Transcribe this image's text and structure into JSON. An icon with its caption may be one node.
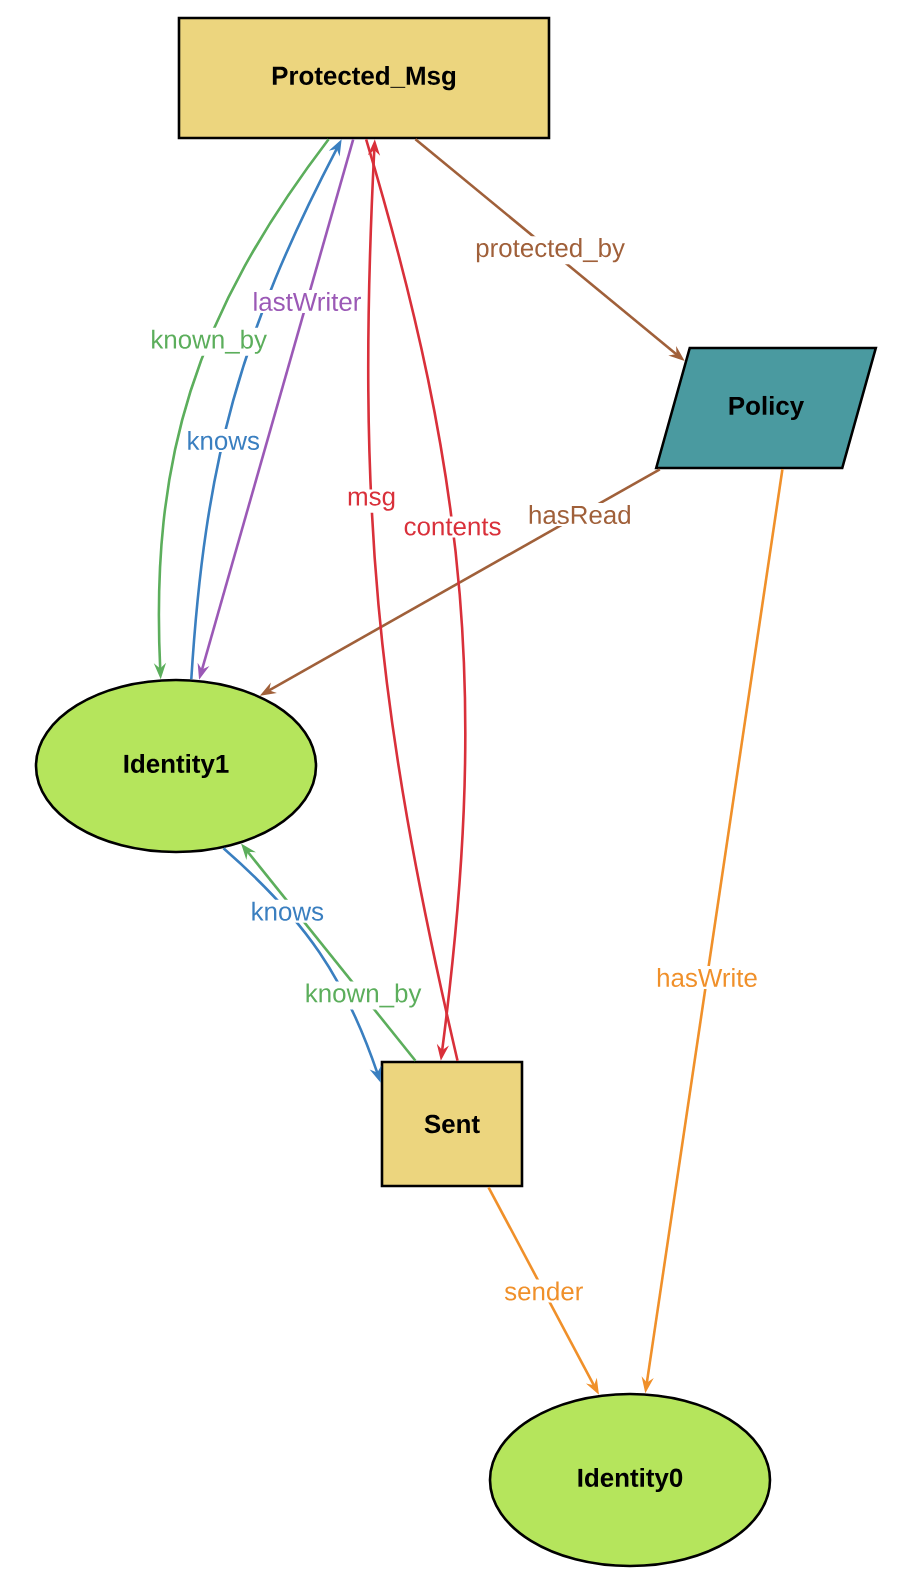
{
  "diagram": {
    "nodes": [
      {
        "text": [
          "Protected_Msg"
        ]
      },
      {
        "text": [
          "Policy"
        ]
      },
      {
        "text": [
          "Identity1"
        ]
      },
      {
        "text": [
          "Sent"
        ]
      },
      {
        "text": [
          "Identity0"
        ]
      }
    ],
    "edges": [
      {
        "from": 0,
        "to": 1,
        "arrow": "to",
        "label": "protected_by",
        "color": "#a0603a"
      },
      {
        "from": 0,
        "to": 2,
        "arrow": "to",
        "label": "known_by",
        "color": "#5cae5c"
      },
      {
        "from": 2,
        "to": 0,
        "arrow": "to",
        "label": "knows",
        "color": "#3a7fc0"
      },
      {
        "from": 0,
        "to": 2,
        "arrow": "to",
        "label": "lastWriter",
        "color": "#9b59b6"
      },
      {
        "from": 1,
        "to": 2,
        "arrow": "to",
        "label": "hasRead",
        "color": "#a0603a"
      },
      {
        "from": 0,
        "to": 3,
        "arrow": "to",
        "label": "contents",
        "color": "#d9303a"
      },
      {
        "from": 3,
        "to": 0,
        "arrow": "to",
        "label": "msg",
        "color": "#d9303a"
      },
      {
        "from": 2,
        "to": 3,
        "arrow": "to",
        "label": "knows",
        "color": "#3a7fc0"
      },
      {
        "from": 3,
        "to": 2,
        "arrow": "to",
        "label": "known_by",
        "color": "#5cae5c"
      },
      {
        "from": 3,
        "to": 4,
        "arrow": "to",
        "label": "sender",
        "color": "#f0902a"
      },
      {
        "from": 1,
        "to": 4,
        "arrow": "to",
        "label": "hasWrite",
        "color": "#f0902a"
      }
    ]
  }
}
